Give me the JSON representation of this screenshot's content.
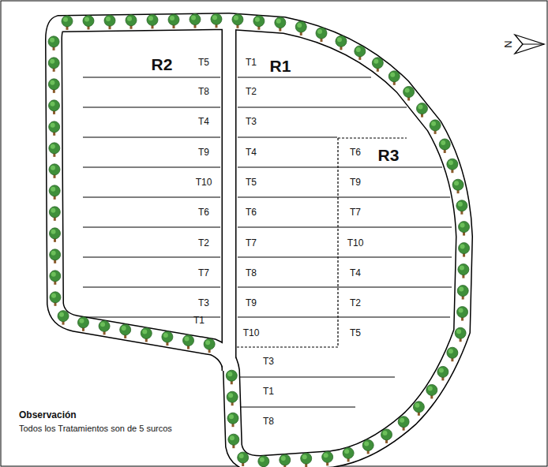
{
  "diagram": {
    "labels": [
      "R2",
      "T5",
      "T8",
      "T4",
      "T9",
      "T10",
      "T6",
      "T2",
      "T7",
      "T3",
      "T1",
      "R1",
      "T1",
      "T2",
      "T3",
      "T4",
      "T5",
      "T6",
      "T7",
      "T8",
      "T9",
      "T10",
      "T3",
      "T1",
      "T8",
      "R3",
      "T6",
      "T9",
      "T7",
      "T10",
      "T4",
      "T2",
      "T5",
      "Observación",
      "Todos los Tratamientos son de 5 surcos",
      "N"
    ]
  }
}
